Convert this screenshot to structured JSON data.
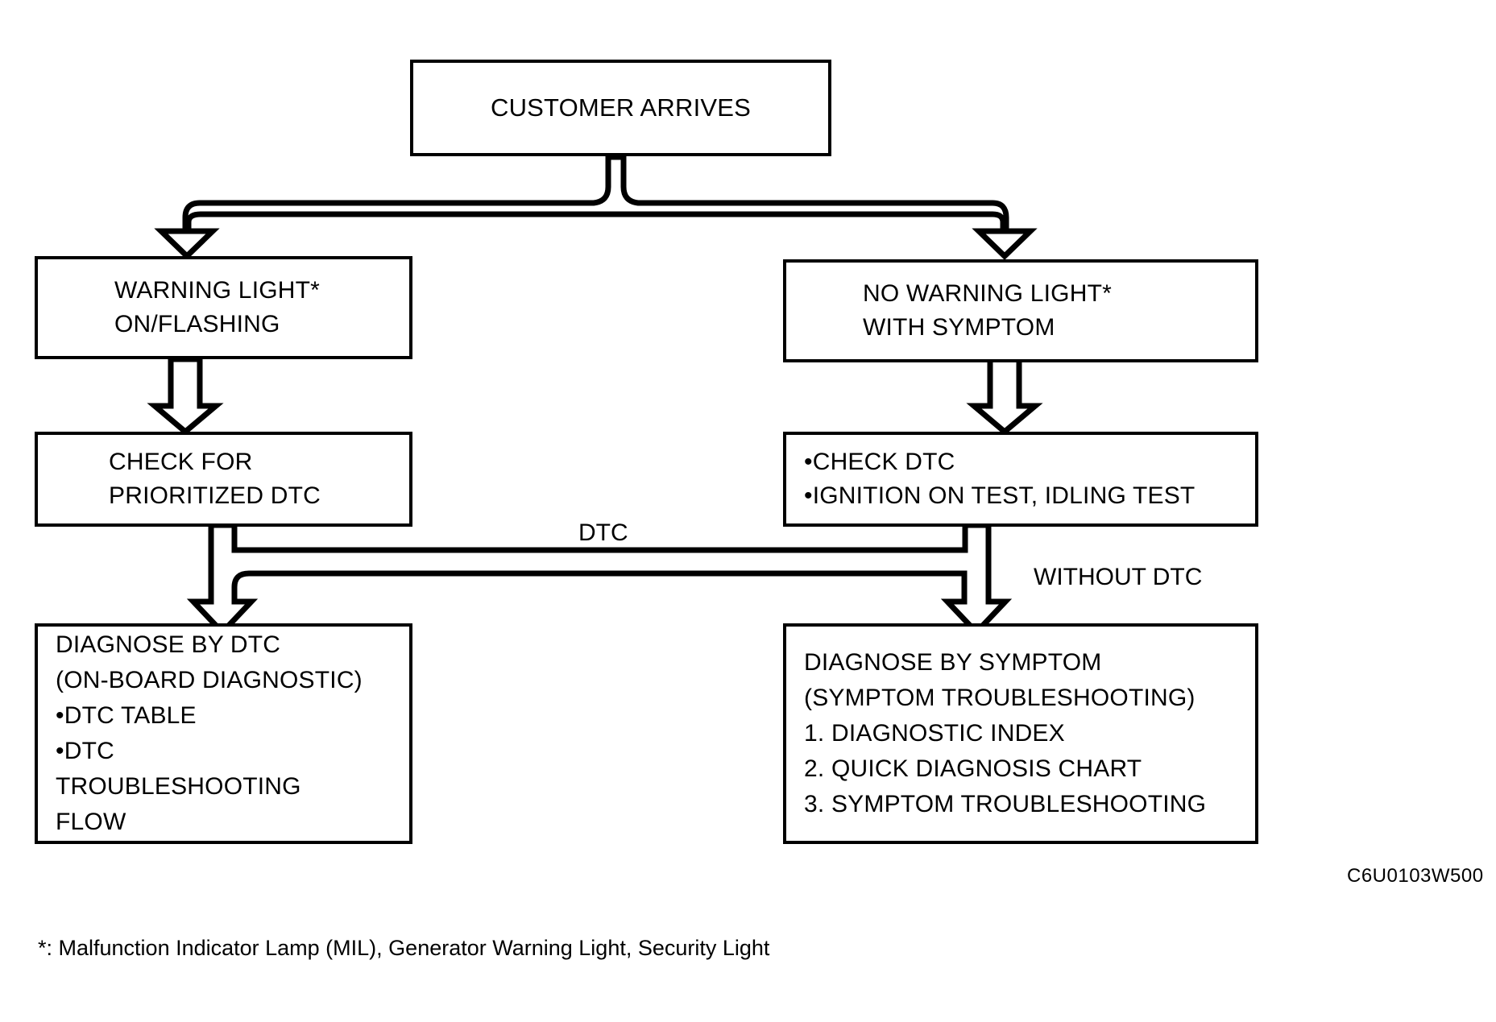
{
  "diagram": {
    "doc_code": "C6U0103W500",
    "footnote": "*: Malfunction Indicator Lamp (MIL), Generator Warning Light, Security Light",
    "nodes": {
      "customer_arrives": {
        "lines": [
          "CUSTOMER ARRIVES"
        ]
      },
      "warning_light_on": {
        "lines": [
          "WARNING LIGHT*",
          "ON/FLASHING"
        ]
      },
      "no_warning_light": {
        "lines": [
          "NO WARNING LIGHT*",
          "WITH SYMPTOM"
        ]
      },
      "check_prioritized_dtc": {
        "lines": [
          "CHECK FOR",
          "PRIORITIZED DTC"
        ]
      },
      "check_dtc_tests": {
        "lines": [
          "•CHECK DTC",
          "•IGNITION ON TEST, IDLING TEST"
        ]
      },
      "diagnose_by_dtc": {
        "lines": [
          "DIAGNOSE BY DTC",
          "(ON-BOARD DIAGNOSTIC)",
          "•DTC TABLE",
          "•DTC",
          " TROUBLESHOOTING",
          " FLOW"
        ]
      },
      "diagnose_by_symptom": {
        "lines": [
          "DIAGNOSE BY SYMPTOM",
          "(SYMPTOM TROUBLESHOOTING)",
          "1. DIAGNOSTIC INDEX",
          "2. QUICK DIAGNOSIS CHART",
          "3. SYMPTOM TROUBLESHOOTING"
        ]
      }
    },
    "edge_labels": {
      "dtc": "DTC",
      "without_dtc": "WITHOUT DTC"
    }
  }
}
